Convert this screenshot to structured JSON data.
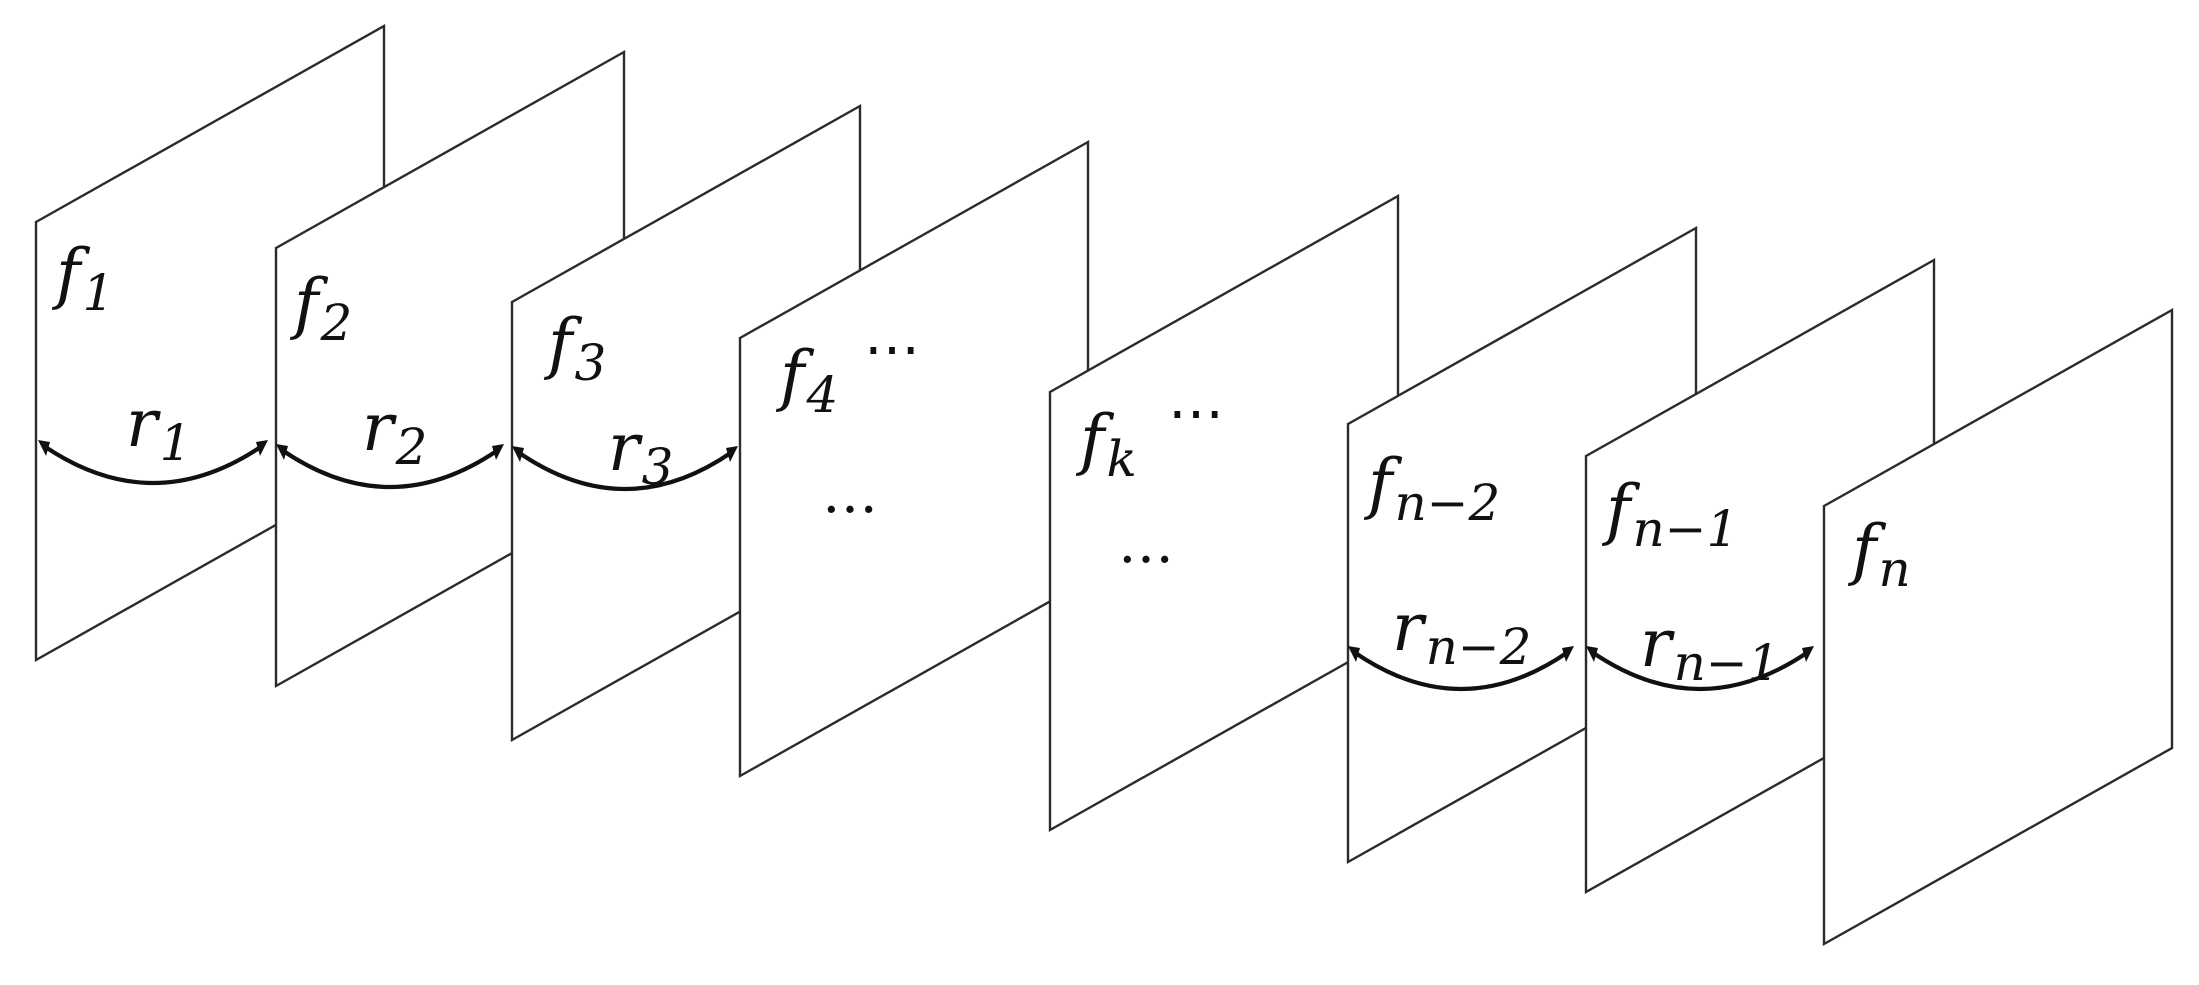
{
  "frames": [
    {
      "label": "f",
      "sub": "1"
    },
    {
      "label": "f",
      "sub": "2"
    },
    {
      "label": "f",
      "sub": "3"
    },
    {
      "label": "f",
      "sub": "4",
      "trailing": "⋯",
      "inner": "…"
    },
    {
      "label": "f",
      "sub": "k",
      "trailing": "⋯",
      "inner": "…"
    },
    {
      "label": "f",
      "sub": "n−2"
    },
    {
      "label": "f",
      "sub": "n−1"
    },
    {
      "label": "f",
      "sub": "n"
    }
  ],
  "relations": [
    {
      "label": "r",
      "sub": "1"
    },
    {
      "label": "r",
      "sub": "2"
    },
    {
      "label": "r",
      "sub": "3"
    },
    {
      "label": "r",
      "sub": "n−2"
    },
    {
      "label": "r",
      "sub": "n−1"
    }
  ]
}
